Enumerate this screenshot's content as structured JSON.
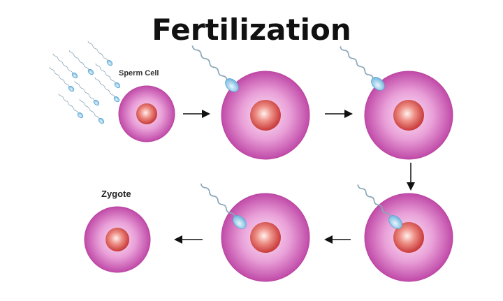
{
  "title": "Fertilization",
  "labels": {
    "sperm_cell": "Sperm Cell",
    "zygote": "Zygote"
  },
  "colors": {
    "cell_outer": "#c64fae",
    "cell_inner": "#f5d7ee",
    "nucleus": "#d94a4a",
    "sperm": "#8ec7e6"
  }
}
